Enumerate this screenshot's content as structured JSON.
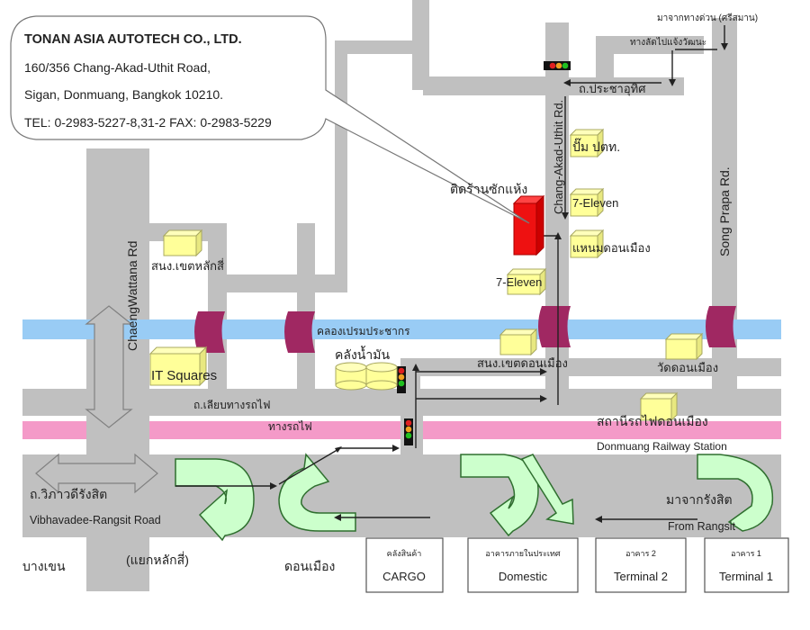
{
  "company": {
    "name": "TONAN ASIA AUTOTECH CO., LTD.",
    "address_line1": "160/356  Chang-Akad-Uthit Road,",
    "address_line2": "Sigan, Donmuang, Bangkok 10210.",
    "contact": "TEL: 0-2983-5227-8,31-2 FAX: 0-2983-5229"
  },
  "roads": {
    "chaengwattana": "ChaengWattana Rd",
    "chang_akad_uthit": "Chang-Akad-Uthit Rd.",
    "song_prapa": "Song Prapa Rd.",
    "pracha_uthit": "ถ.ประชาอุทิศ",
    "liap_thang_rotfai": "ถ.เลียบทางรถไฟ",
    "vibhavadee_th": "ถ.วิภาวดีรังสิต",
    "vibhavadee_en": "Vibhavadee-Rangsit Road"
  },
  "landmarks": {
    "target": "ติดร้านซักแห้ง",
    "ptt": "ปั๊ม ปตท.",
    "seven_eleven_1": "7-Eleven",
    "seven_eleven_2": "7-Eleven",
    "haem_donmuang": "แหนมดอนเมือง",
    "laksi_district": "สนง.เขตหลักสี่",
    "it_squares": "IT Squares",
    "canal": "คลองเปรมประชากร",
    "oil_depot": "คลังน้ำมัน",
    "donmuang_district": "สนง.เขตดอนเมือง",
    "wat_donmuang": "วัดดอนเมือง",
    "railway": "ทางรถไฟ",
    "station_th": "สถานีรถไฟดอนเมือง",
    "station_en": "Donmuang Railway Station",
    "from_expressway": "มาจากทางด่วน (ศรีสมาน)",
    "shortcut": "ทางลัดไปแจ้งวัฒนะ",
    "from_rangsit_th": "มาจากรังสิต",
    "from_rangsit_en": "From Rangsit",
    "bang_khen": "บางเขน",
    "laksi_junction": "(แยกหลักสี่)",
    "donmuang": "ดอนเมือง"
  },
  "terminals": [
    {
      "th": "คลังสินค้า",
      "en": "CARGO"
    },
    {
      "th": "อาคารภายในประเทศ",
      "en": "Domestic"
    },
    {
      "th": "อาคาร 2",
      "en": "Terminal 2"
    },
    {
      "th": "อาคาร 1",
      "en": "Terminal 1"
    }
  ],
  "colors": {
    "road": "#c0c0c0",
    "canal": "#99ccf5",
    "railway": "#f49ac8",
    "bridge": "#a02862",
    "building": "#ffff99",
    "target": "#ee1111",
    "uturn_arrow": "#ccffcc"
  }
}
